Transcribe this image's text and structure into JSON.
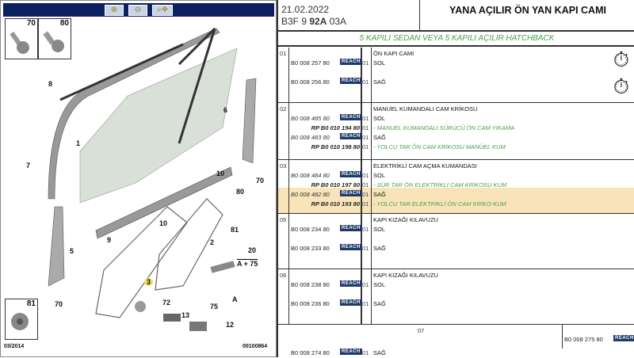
{
  "toolbar": {
    "zoom_in": "⊕",
    "zoom_out": "⊖",
    "pan": "⌕✥"
  },
  "diagram": {
    "thumbs": [
      {
        "n": "70"
      },
      {
        "n": "80"
      },
      {
        "n": "81"
      }
    ],
    "callouts": [
      "8",
      "1",
      "6",
      "7",
      "70",
      "10",
      "80",
      "10",
      "81",
      "2",
      "9",
      "5",
      "20",
      "A + 75",
      "3",
      "72",
      "75",
      "A",
      "70",
      "13",
      "12"
    ],
    "date": "03/2014",
    "ref": "00100864"
  },
  "header": {
    "date": "21.02.2022",
    "code_a": "B3F 9 ",
    "code_b": "92A",
    "code_c": " 03A",
    "title": "YANA AÇILIR ÖN YAN KAPI CAMI"
  },
  "subtitle": "5 KAPILI SEDAN VEYA 5 KAPILI AÇILIR HATCHBACK",
  "reach": "REACH",
  "sections": [
    {
      "num": "01",
      "title": "ÖN KAPI CAMI",
      "rows": [
        {
          "pn": "B0 008 257 80",
          "q": "01",
          "ds": "SOL"
        },
        {
          "pn": "B0 008 256 80",
          "q": "01",
          "ds": "SAĞ"
        }
      ]
    },
    {
      "num": "02",
      "title": "MANUEL KUMANDALI CAM KRİKOSU",
      "rows": [
        {
          "pn": "B0 008 485 80",
          "q": "01",
          "ds": "SOL"
        },
        {
          "rp": "RP B0 010 194 80",
          "q": "01",
          "ds": "- MANUEL KUMANDALI SÜRÜCÜ ÖN CAM YIKAMA"
        },
        {
          "pn": "B0 008 483 80",
          "q": "01",
          "ds": "SAĞ"
        },
        {
          "rp": "RP B0 010 198 80",
          "q": "01",
          "ds": "- YOLCU TAR ÖN CAM KRİKOSU MANÜEL KUM"
        }
      ]
    },
    {
      "num": "03",
      "title": "ELEKTRİKLİ CAM AÇMA KUMANDASI",
      "rows": [
        {
          "pn": "B0 008 484 80",
          "q": "01",
          "ds": "SOL"
        },
        {
          "rp": "RP B0 010 197 80",
          "q": "01",
          "ds": "- SÜR TAR ÖN ELEKTRİKLİ CAM KRİKOSU KUM"
        },
        {
          "pn": "B0 008 482 80",
          "q": "01",
          "ds": "SAĞ"
        },
        {
          "rp": "RP B0 010 193 80",
          "q": "01",
          "ds": "- YOLCU TAR ELEKTRİKLİ ÖN CAM KRİKO KUM"
        }
      ]
    },
    {
      "num": "05",
      "title": "KAPI KIZAĞI KILAVUZU",
      "rows": [
        {
          "pn": "B0 008 234 80",
          "q": "01",
          "ds": "SOL"
        },
        {
          "pn": "B0 008 233 80",
          "q": "01",
          "ds": "SAĞ"
        }
      ]
    },
    {
      "num": "06",
      "title": "KAPI KIZAĞI KILAVUZU",
      "rows": [
        {
          "pn": "B0 008 238 80",
          "q": "01",
          "ds": "SOL"
        },
        {
          "pn": "B0 008 236 80",
          "q": "01",
          "ds": "SAĞ"
        }
      ]
    },
    {
      "num": "07",
      "rows": [
        {
          "pn": "B0 008 275 80"
        },
        {
          "pn": "B0 008 274 80",
          "q": "01",
          "ds": "SAĞ"
        }
      ]
    }
  ],
  "colors": {
    "toolbar": "#0a2060",
    "reach": "#1e3a6a",
    "highlight": "#f8e4b8",
    "green": "#4aa04a"
  }
}
